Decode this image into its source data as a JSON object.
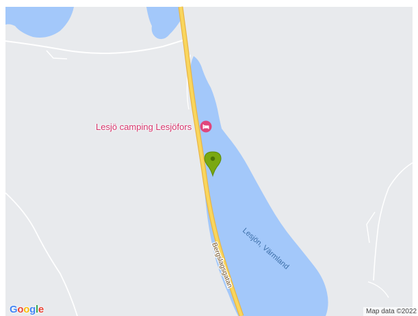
{
  "map": {
    "poi": {
      "name": "Lesjö camping Lesjöfors",
      "icon": "bed-icon",
      "color": "#e0467c"
    },
    "marker": {
      "icon": "map-pin-icon",
      "color": "#7aa812"
    },
    "labels": {
      "lake": "Lesjön, Värmland",
      "road": "Bergslagsgatan"
    },
    "logo": {
      "letters": [
        "G",
        "o",
        "o",
        "g",
        "l",
        "e"
      ],
      "colors": [
        "#4285f4",
        "#ea4335",
        "#fbbc05",
        "#4285f4",
        "#34a853",
        "#ea4335"
      ]
    },
    "attribution": "Map data ©2022"
  },
  "colors": {
    "land": "#e8eaed",
    "water": "#a3c8fa",
    "road": "#f9d65d",
    "road_outline": "#e9b546"
  }
}
